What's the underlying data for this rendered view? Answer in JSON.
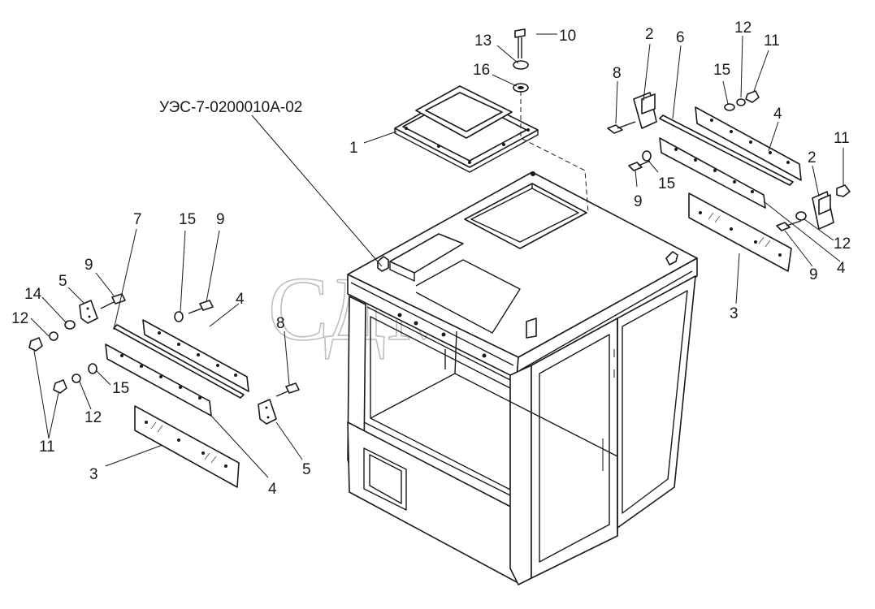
{
  "assembly_code": "УЭС-7-0200010А-02",
  "watermark": "СДМ",
  "callouts": {
    "c1": "1",
    "c2a": "2",
    "c2b": "2",
    "c3a": "3",
    "c3b": "3",
    "c4a": "4",
    "c4b": "4",
    "c4c": "4",
    "c4d": "4",
    "c5a": "5",
    "c5b": "5",
    "c6": "6",
    "c7": "7",
    "c8a": "8",
    "c8b": "8",
    "c9a": "9",
    "c9b": "9",
    "c9c": "9",
    "c9d": "9",
    "c10": "10",
    "c11a": "11",
    "c11b": "11",
    "c11c": "11",
    "c12a": "12",
    "c12b": "12",
    "c12c": "12",
    "c12d": "12",
    "c13": "13",
    "c14": "14",
    "c15a": "15",
    "c15b": "15",
    "c15c": "15",
    "c15d": "15",
    "c16": "16"
  }
}
